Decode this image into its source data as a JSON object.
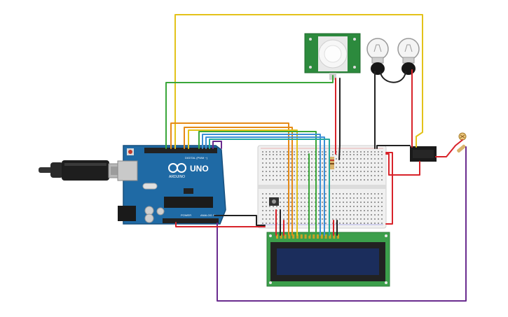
{
  "arduino": {
    "logo_text": "UNO",
    "brand_text": "ARDUINO",
    "header_digital": "DIGITAL (PWM ~)",
    "header_power": "POWER",
    "header_analog": "ANALOG IN"
  },
  "pir": {
    "label_left": "",
    "label_right": ""
  },
  "relay": {
    "label": ""
  },
  "colors": {
    "board_blue": "#1f6aa5",
    "breadboard": "#f0f0f0",
    "lcd_pcb": "#3c9f4b",
    "lcd_screen": "#1b2d5c",
    "pir_pcb": "#2c8a3d",
    "wire_yellow": "#e3c21a",
    "wire_green": "#3aa63a",
    "wire_orange": "#e58a17",
    "wire_red": "#d8232a",
    "wire_black": "#222222",
    "wire_purple": "#6a2c8f",
    "wire_blue": "#3b8fd6",
    "wire_teal": "#25a8a0"
  },
  "components": [
    "usb-cable-icon",
    "arduino-uno-board",
    "breadboard",
    "lcd-16x2-display",
    "pir-motion-sensor",
    "light-bulb-left",
    "light-bulb-right",
    "relay-module",
    "photoresistor",
    "resistor"
  ]
}
